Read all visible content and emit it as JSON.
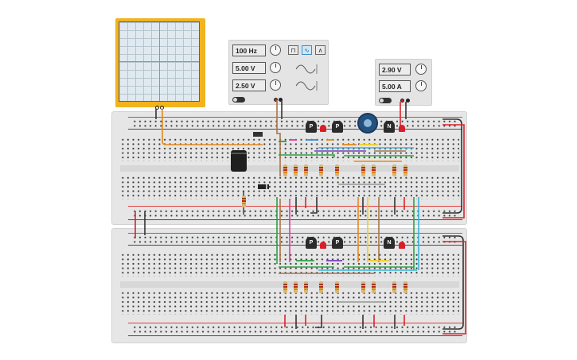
{
  "function_generator": {
    "frequency": "100 Hz",
    "amplitude": "5.00 V",
    "offset": "2.50 V",
    "waveforms": [
      "square",
      "sine",
      "triangle"
    ],
    "selected_waveform": "sine"
  },
  "power_supply": {
    "voltage": "2.90 V",
    "current": "5.00 A"
  },
  "transistors": {
    "p_label": "P",
    "n_label": "N"
  },
  "colors": {
    "oscilloscope": "#f2b31e",
    "breadboard": "#e6e6e6",
    "wire_red": "#d9232d",
    "wire_black": "#333333",
    "led": "#d81e28",
    "potentiometer": "#25517f"
  },
  "icons": [
    "square-wave-icon",
    "sine-wave-icon",
    "triangle-wave-icon",
    "power-switch-icon",
    "knob-icon"
  ]
}
